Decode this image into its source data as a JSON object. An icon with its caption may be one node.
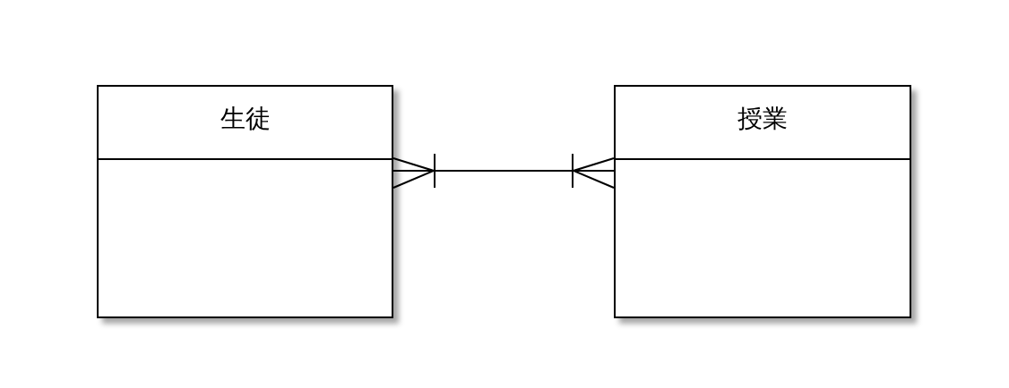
{
  "diagram": {
    "nodes": [
      {
        "text": [
          "生徒"
        ]
      },
      {
        "text": [
          "授業"
        ]
      }
    ],
    "edges": [
      {
        "from": 0,
        "to": 1,
        "arrow": "other"
      }
    ]
  }
}
